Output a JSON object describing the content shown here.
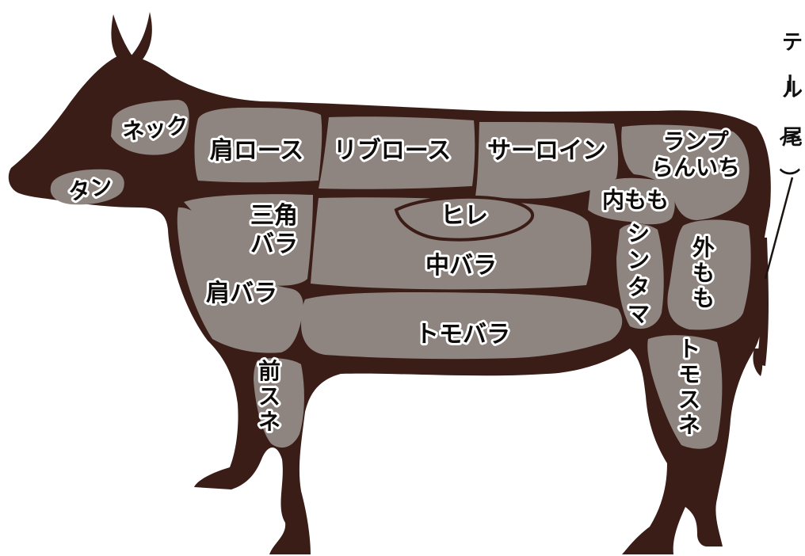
{
  "colors": {
    "body": "#3a1d16",
    "cut": "#8e8480",
    "label_fill": "#0f0b0a",
    "label_outline": "#ffffff",
    "background": "#ffffff"
  },
  "labels": {
    "neck": "ネック",
    "tongue": "タン",
    "chuck_roll": "肩ロース",
    "rib_roll": "リブロース",
    "sirloin": "サーロイン",
    "rump_line1": "ランプ",
    "rump_line2": "らんいち",
    "uchimomo": "内もも",
    "hire": "ヒレ",
    "sankaku_line1": "三角",
    "sankaku_line2": "バラ",
    "kata_bara": "肩バラ",
    "naka_bara": "中バラ",
    "shintama": "シンタマ",
    "sotomomo": "外もも",
    "tomo_bara": "トモバラ",
    "mae_sune": "前スネ",
    "tomo_sune": "トモスネ",
    "tail": "テール（尾）"
  }
}
